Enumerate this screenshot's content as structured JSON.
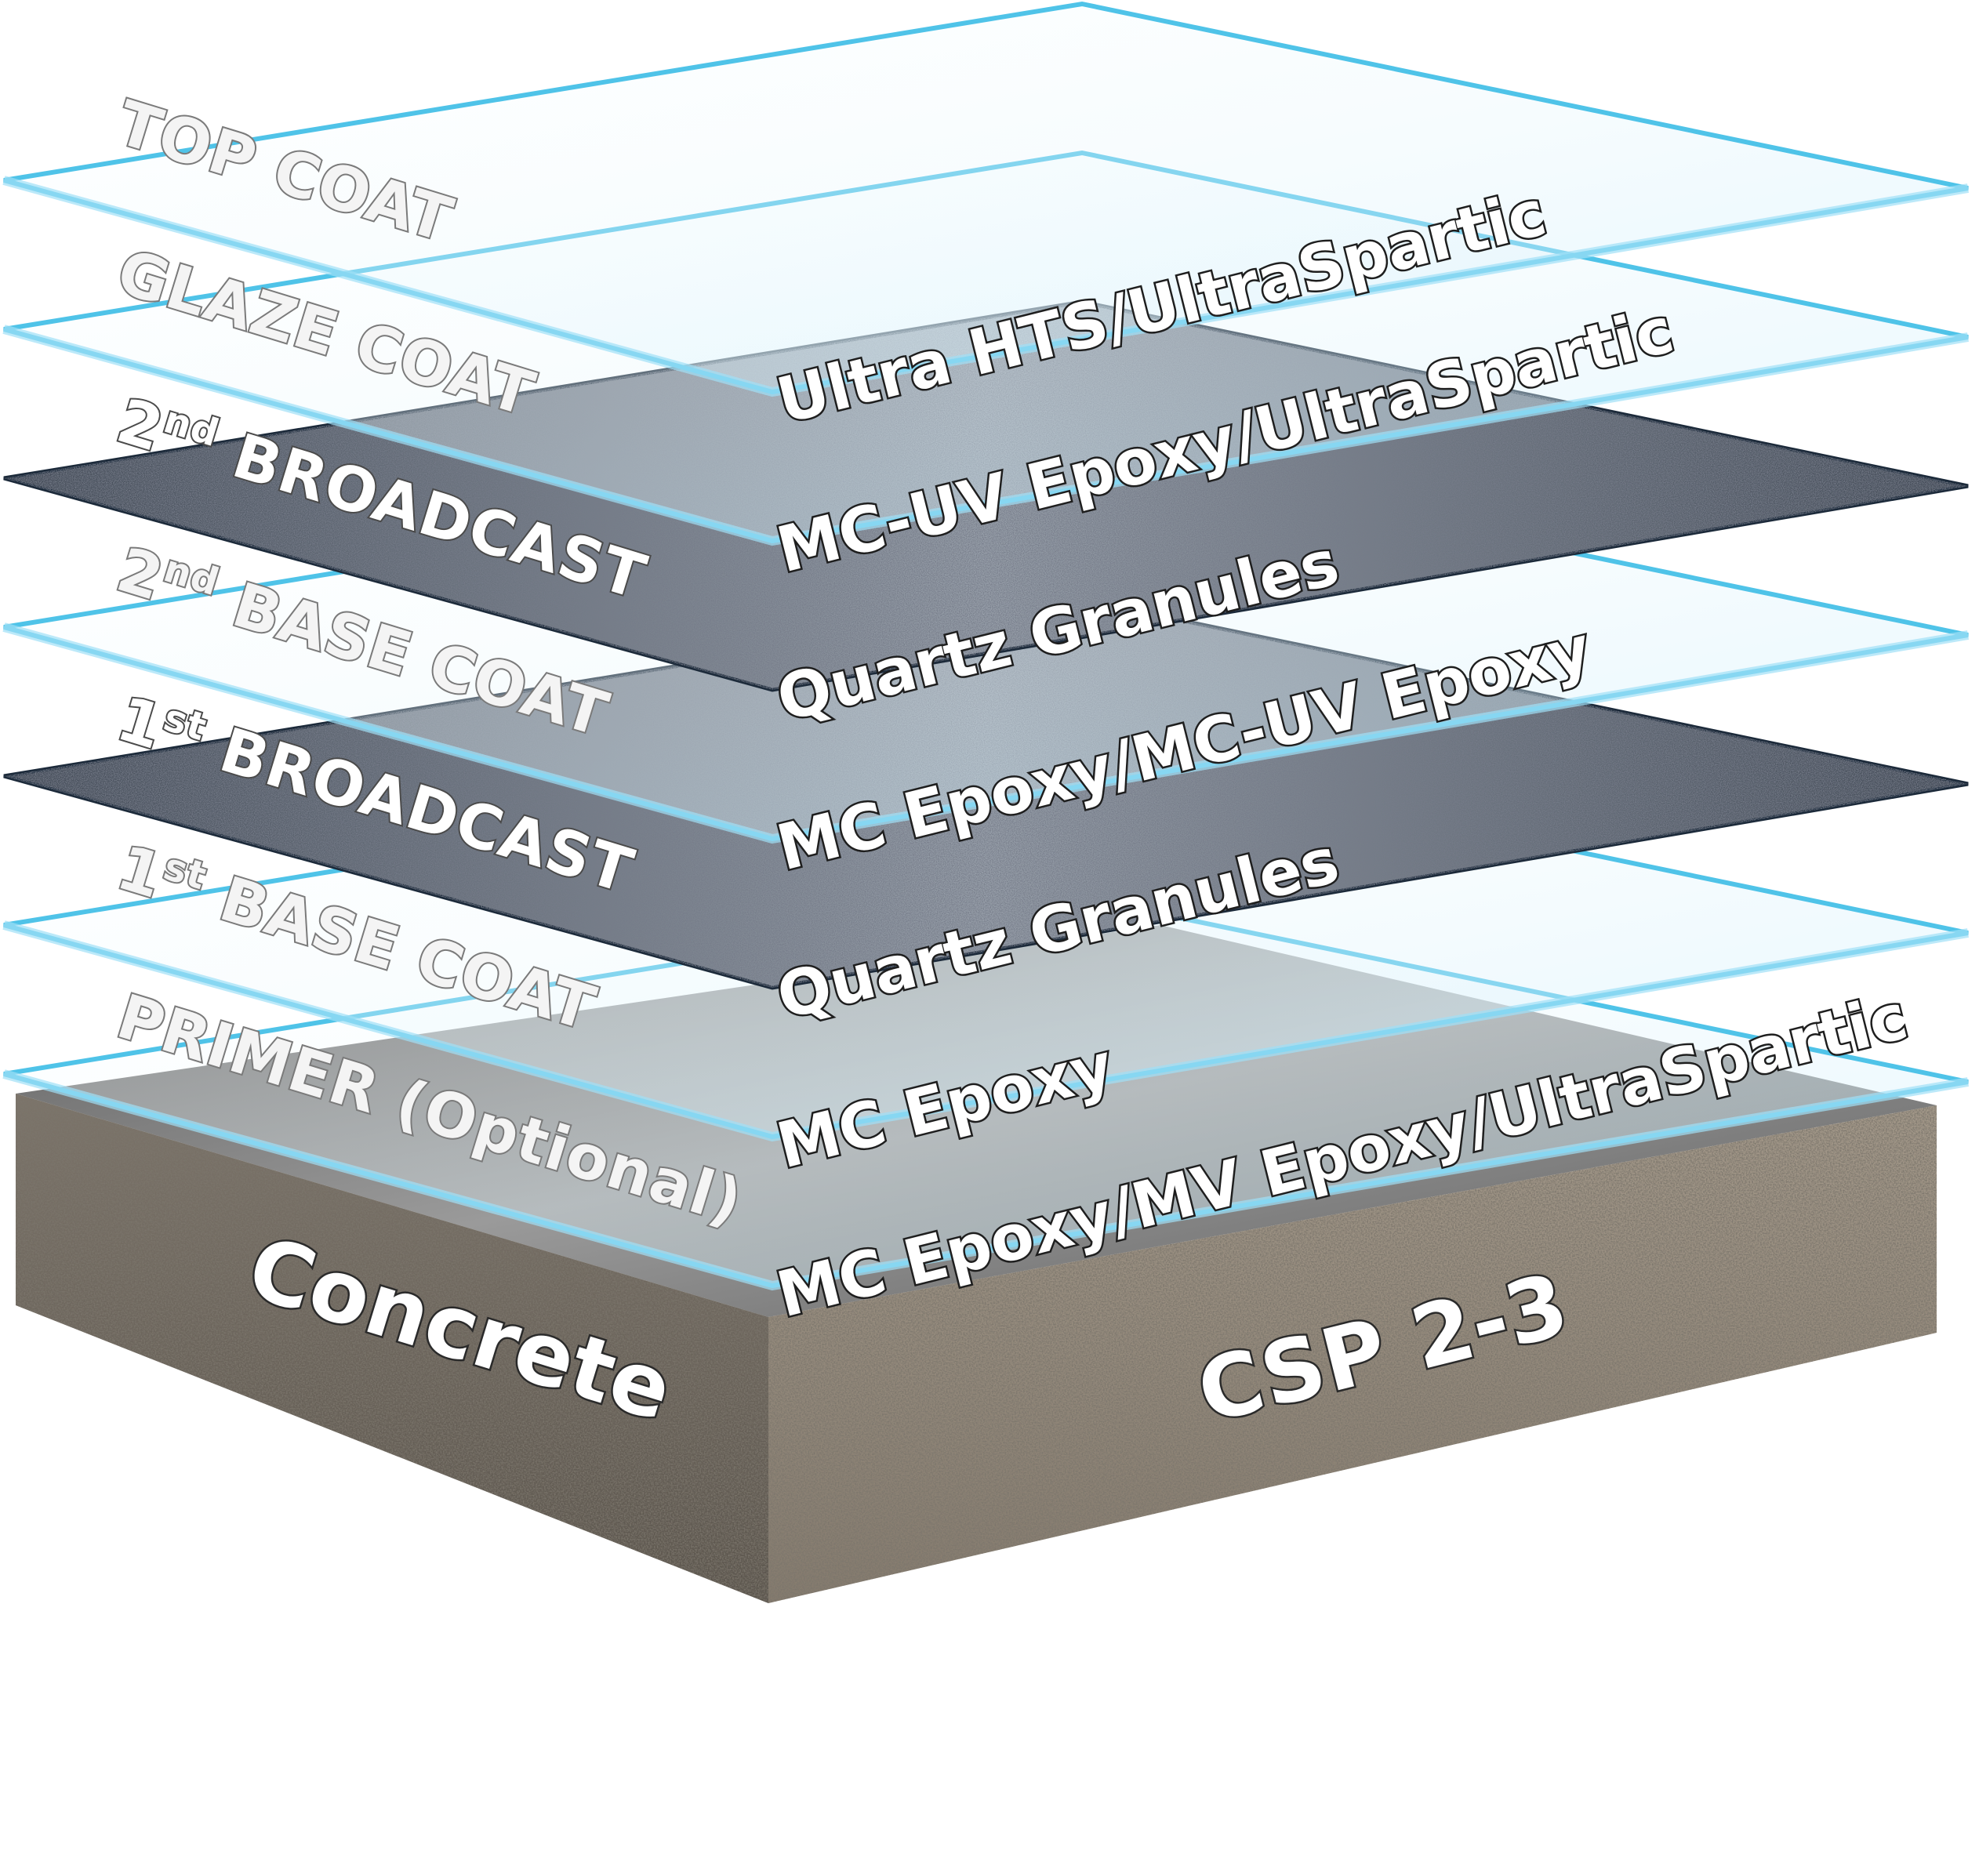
{
  "layers": [
    {
      "name": "TOP COAT",
      "product": "Ultra HTS/UltraSpartic",
      "style": "clear"
    },
    {
      "name": "GLAZE COAT",
      "product": "MC-UV Epoxy/UltraSpartic",
      "style": "clear"
    },
    {
      "name_num": "2",
      "name_sup": "nd",
      "name_rest": " BROADCAST",
      "product": "Quartz Granules",
      "style": "granite"
    },
    {
      "name_num": "2",
      "name_sup": "nd",
      "name_rest": " BASE COAT",
      "product": "MC Epoxy/MC-UV Epoxy",
      "style": "clear"
    },
    {
      "name_num": "1",
      "name_sup": "st",
      "name_rest": " BROADCAST",
      "product": "Quartz Granules",
      "style": "granite"
    },
    {
      "name_num": "1",
      "name_sup": "st",
      "name_rest": " BASE COAT",
      "product": "MC Epoxy",
      "style": "clear"
    },
    {
      "name": "PRIMER (Optional)",
      "product": "MC Epoxy/MV Epoxy/UltraSpartic",
      "style": "clear"
    }
  ],
  "base": {
    "left_label": "Concrete",
    "right_label": "CSP 2-3"
  },
  "colors": {
    "glass_edge": "#4fc3e8",
    "glass_fill": "#dff4fc",
    "granite_dark": "#2e3440",
    "granite_light": "#8a94a0",
    "concrete_top": "#6f6f6f",
    "concrete_side": "#7d7368"
  }
}
